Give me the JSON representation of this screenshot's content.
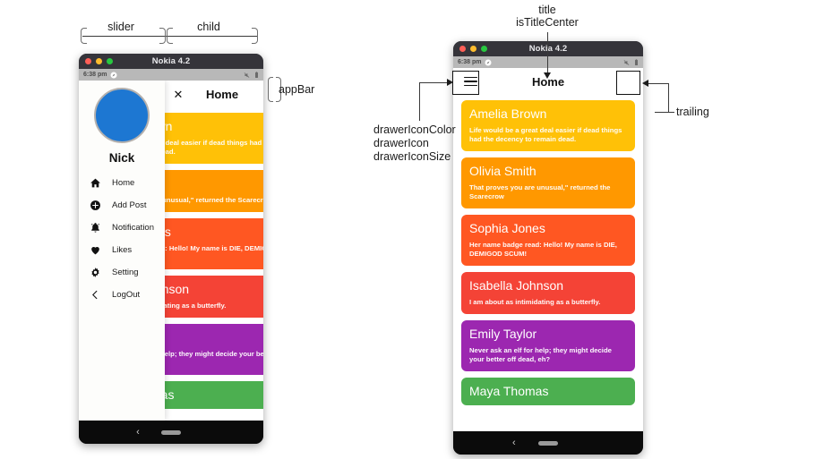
{
  "annotations": {
    "slider": "slider",
    "child": "child",
    "app_bar": "appBar",
    "title": "title",
    "is_title_center": "isTitleCenter",
    "drawer_icon_color": "drawerIconColor",
    "drawer_icon": "drawerIcon",
    "drawer_icon_size": "drawerIconSize",
    "trailing": "trailing"
  },
  "left_phone": {
    "window_title": "Nokia 4.2",
    "status_bar": {
      "time": "6:38 pm",
      "icons": [
        "compass-icon",
        "mute-icon",
        "battery-icon"
      ]
    },
    "app_bar": {
      "leading_icon": "close-icon",
      "title": "Home"
    },
    "drawer": {
      "avatar": "avatar-circle",
      "user_name": "Nick",
      "items": [
        {
          "icon": "home-icon",
          "label": "Home"
        },
        {
          "icon": "add-post-icon",
          "label": "Add Post"
        },
        {
          "icon": "notification-bell-icon",
          "label": "Notification"
        },
        {
          "icon": "heart-icon",
          "label": "Likes"
        },
        {
          "icon": "gear-icon",
          "label": "Setting"
        },
        {
          "icon": "chevron-left-icon",
          "label": "LogOut"
        }
      ]
    },
    "nav_bar": {
      "back_icon": "chevron-left-icon",
      "home_pill": "home-pill"
    }
  },
  "right_phone": {
    "window_title": "Nokia 4.2",
    "status_bar": {
      "time": "6:38 pm",
      "icons": [
        "compass-icon",
        "mute-icon",
        "battery-icon"
      ]
    },
    "app_bar": {
      "leading_icon": "hamburger-menu-icon",
      "title": "Home",
      "trailing_icon": ""
    },
    "nav_bar": {
      "back_icon": "chevron-left-icon",
      "home_pill": "home-pill"
    }
  },
  "colors": {
    "amber": "#FFC107",
    "orange": "#FF9800",
    "deep_orange": "#FF5722",
    "red": "#F44336",
    "purple": "#9C27B0",
    "green": "#4CAF50",
    "avatar_blue": "#1D77D2",
    "status_bar": "#B8B8B8",
    "title_bar": "#35343A",
    "nav_bar": "#0B0B0B"
  },
  "cards": [
    {
      "name": "Amelia Brown",
      "quote": "Life would be a great deal easier if dead things had the decency to remain dead.",
      "color": "#FFC107"
    },
    {
      "name": "Olivia Smith",
      "quote": "That proves you are unusual,\" returned the Scarecrow",
      "color": "#FF9800"
    },
    {
      "name": "Sophia Jones",
      "quote": "Her name badge read: Hello! My name is DIE, DEMIGOD SCUM!",
      "color": "#FF5722"
    },
    {
      "name": "Isabella Johnson",
      "quote": "I am about as intimidating as a butterfly.",
      "color": "#F44336"
    },
    {
      "name": "Emily Taylor",
      "quote": "Never ask an elf for help; they might decide your better off dead, eh?",
      "color": "#9C27B0"
    },
    {
      "name": "Maya Thomas",
      "quote": "",
      "color": "#4CAF50"
    }
  ]
}
